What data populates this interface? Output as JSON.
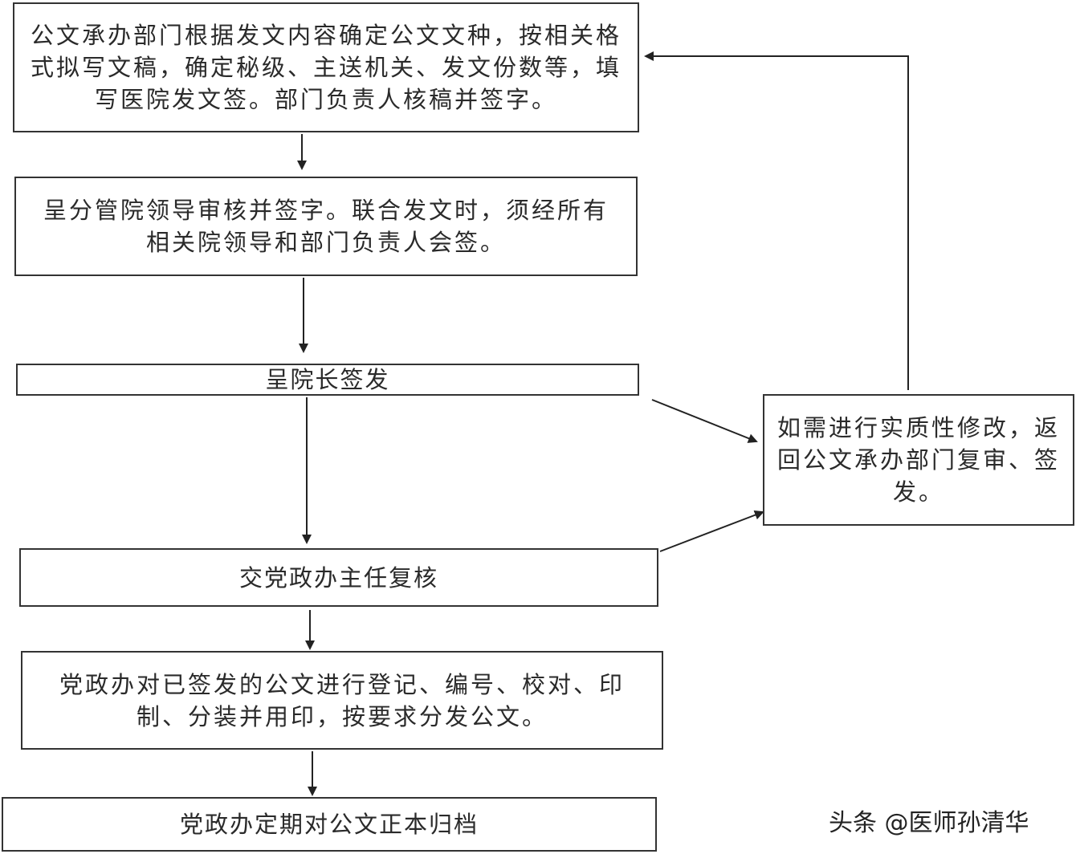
{
  "steps": {
    "step1": "公文承办部门根据发文内容确定公文文种，按相关格式拟写文稿，确定秘级、主送机关、发文份数等，填写医院发文签。部门负责人核稿并签字。",
    "step2": "呈分管院领导审核并签字。联合发文时，须经所有相关院领导和部门负责人会签。",
    "step3": "呈院长签发",
    "step4": "交党政办主任复核",
    "step5": "党政办对已签发的公文进行登记、编号、校对、印制、分装并用印，按要求分发公文。",
    "step6": "党政办定期对公文正本归档"
  },
  "side_step": "如需进行实质性修改，返回公文承办部门复审、签发。",
  "watermark": "头条 @医师孙清华"
}
